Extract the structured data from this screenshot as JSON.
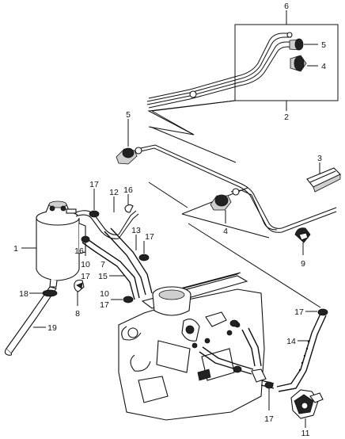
{
  "callouts": {
    "c1": "1",
    "c2": "2",
    "c3": "3",
    "c4a": "4",
    "c4b": "4",
    "c5a": "5",
    "c5b": "5",
    "c6": "6",
    "c7": "7",
    "c8": "8",
    "c9": "9",
    "c10a": "10",
    "c10b": "10",
    "c11": "11",
    "c12": "12",
    "c13": "13",
    "c14": "14",
    "c15": "15",
    "c16a": "16",
    "c16b": "16",
    "c17a": "17",
    "c17b": "17",
    "c17c": "17",
    "c17d": "17",
    "c17e": "17",
    "c17f": "17",
    "c18": "18",
    "c19": "19"
  },
  "icons": {
    "canister": "charcoal-canister-icon",
    "engine": "engine-block-icon",
    "hose": "hose-icon",
    "clamp": "hose-clamp-icon",
    "valve": "check-valve-icon",
    "pipe": "fuel-pipe-icon",
    "cushion": "pipe-cushion-icon"
  },
  "colors": {
    "line": "#111111",
    "background": "#ffffff"
  }
}
